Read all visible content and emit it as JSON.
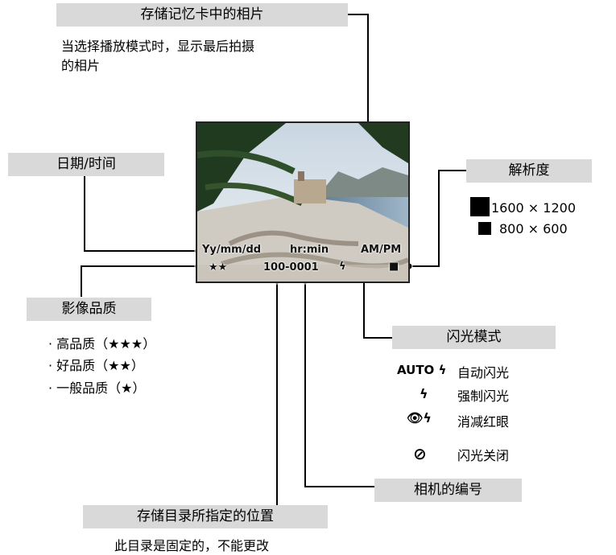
{
  "photo_card": {
    "title": "存储记忆卡中的相片",
    "desc_line1": "当选择播放模式时，显示最后拍摄",
    "desc_line2": "的相片"
  },
  "datetime": {
    "title": "日期/时间"
  },
  "osd": {
    "date": "Yy/mm/dd",
    "time": "hr:min",
    "ampm": "AM/PM",
    "quality_stars": "★★",
    "file_number": "100-0001",
    "flash_glyph": "ϟ",
    "res_glyph": "■"
  },
  "resolution": {
    "title": "解析度",
    "large": "1600 × 1200",
    "small": "800 × 600"
  },
  "quality": {
    "title": "影像品质",
    "items": [
      "· 高品质（★★★）",
      "· 好品质（★★）",
      "· 一般品质（★）"
    ]
  },
  "flash": {
    "title": "闪光模式",
    "modes": [
      {
        "symbol": "AUTO ϟ",
        "label": "自动闪光",
        "icon": "flash-auto-icon"
      },
      {
        "symbol": "ϟ",
        "label": "强制闪光",
        "icon": "flash-on-icon"
      },
      {
        "symbol": "👁ϟ",
        "label": "消减红眼",
        "icon": "red-eye-icon"
      },
      {
        "symbol": "⊘",
        "label": "闪光关闭",
        "icon": "flash-off-icon"
      }
    ]
  },
  "camera_number": {
    "title": "相机的编号"
  },
  "folder": {
    "title": "存储目录所指定的位置",
    "desc": "此目录是固定的，不能更改"
  }
}
